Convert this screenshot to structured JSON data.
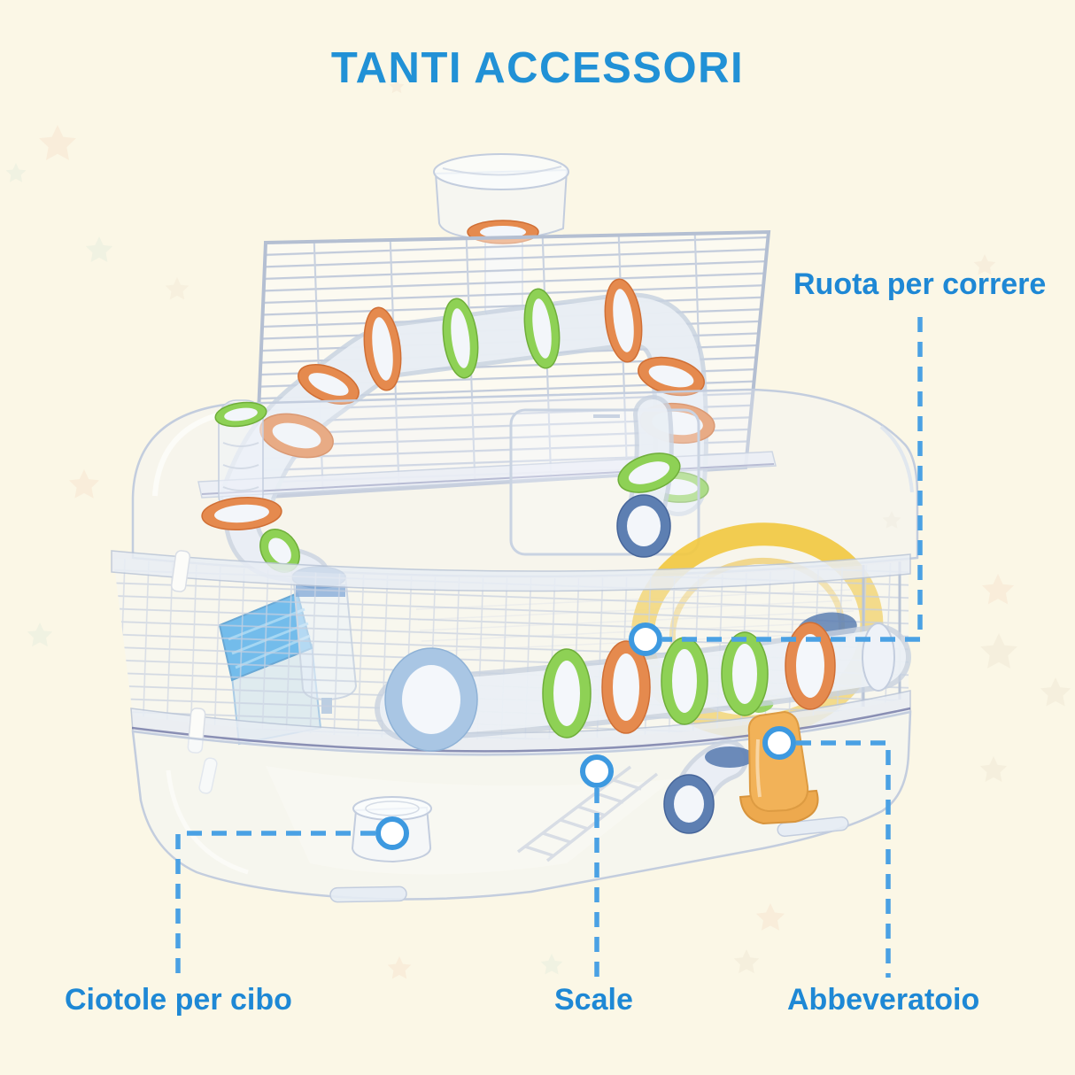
{
  "title": "TANTI ACCESSORI",
  "callouts": {
    "wheel": {
      "label": "Ruota per correre"
    },
    "food_bowls": {
      "label": "Ciotole per cibo"
    },
    "ladder": {
      "label": "Scale"
    },
    "water": {
      "label": "Abbeveratoio"
    }
  },
  "colors": {
    "background": "#fbf7e6",
    "title_blue": "#2191d6",
    "label_blue": "#1e88d5",
    "callout_line_blue": "#4aa1e4",
    "ring_orange": "#e58a4e",
    "ring_green": "#8ed155",
    "ring_blue": "#5d7fb2",
    "ring_light_blue": "#a9c6e4",
    "house_blue": "#2f9de2",
    "wheel_yellow": "#f2c83e",
    "dispenser_orange": "#f2b258",
    "wire_gray": "#c3cdde"
  }
}
